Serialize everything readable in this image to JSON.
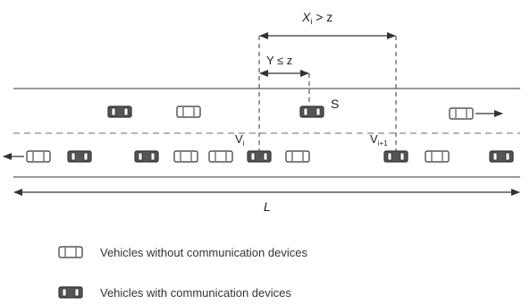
{
  "labels": {
    "xi_gt_z": {
      "main": "X",
      "sub": "i",
      "rest": " > z"
    },
    "y_le_z": "Y ≤ z",
    "s": "S",
    "vi": {
      "main": "V",
      "sub": "i"
    },
    "vi1": {
      "main": "V",
      "sub": "i+1"
    },
    "length": "L"
  },
  "legend": {
    "without_label": "Vehicles without communication devices",
    "with_label": "Vehicles with communication devices"
  },
  "vehicle_types": {
    "without": "vehicle-without-device",
    "with": "vehicle-with-device"
  },
  "colors": {
    "line": "#333333",
    "lane_divider": "#888888",
    "car_outline": "#333333",
    "car_with_fill": "#555555",
    "car_without_fill": "#ffffff"
  }
}
